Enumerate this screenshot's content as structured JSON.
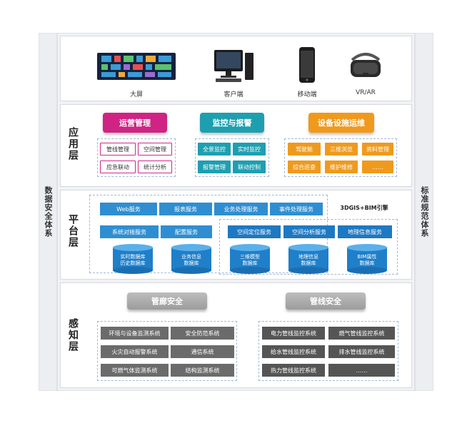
{
  "side": {
    "left_label": "数据安全体系",
    "right_label": "标准规范体系"
  },
  "devices": [
    {
      "icon": "big-screen-icon",
      "label": "大屏"
    },
    {
      "icon": "desktop-computer-icon",
      "label": "客户端"
    },
    {
      "icon": "mobile-phone-icon",
      "label": "移动端"
    },
    {
      "icon": "vr-headset-icon",
      "label": "VR/AR"
    }
  ],
  "app_layer": {
    "label": "应用层",
    "groups": [
      {
        "title": "运营管理",
        "color": "#cf2484",
        "items": [
          "管线管理",
          "空间管理",
          "应急联动",
          "统计分析"
        ]
      },
      {
        "title": "监控与报警",
        "color": "#1e9fb0",
        "items": [
          "全景监控",
          "实时监控",
          "报警管理",
          "联动控制"
        ]
      },
      {
        "title": "设备设施运维",
        "color": "#ef9a1d",
        "items": [
          "驾驶舱",
          "三维浏览",
          "资料管理",
          "综合巡查",
          "维护维修",
          "……"
        ]
      }
    ]
  },
  "platform_layer": {
    "label": "平台层",
    "row1": [
      "Web服务",
      "报表服务",
      "业务处理服务",
      "事件处理服务"
    ],
    "row2": [
      "系统对接服务",
      "配置服务"
    ],
    "engine": "3DGIS+BIM引擎",
    "gis_services": [
      "空间定位服务",
      "空间分析服务",
      "地理信息服务"
    ],
    "left_dbs": [
      "实时数据库\n历史数据库",
      "业务信息\n数据库"
    ],
    "right_dbs": [
      "三维模型\n数据库",
      "地理信息\n数据库",
      "BIM属性\n数据库"
    ]
  },
  "perception_layer": {
    "label": "感知层",
    "left_title": "管廊安全",
    "right_title": "管线安全",
    "left_items": [
      [
        "环境与设备监测系统",
        "安全防范系统"
      ],
      [
        "火灾自动报警系统",
        "通信系统"
      ],
      [
        "可燃气体监测系统",
        "结构监测系统"
      ]
    ],
    "right_items": [
      [
        "电力管线监控系统",
        "燃气管线监控系统"
      ],
      [
        "给水管线监控系统",
        "排水管线监控系统"
      ],
      [
        "热力管线监控系统",
        "……"
      ]
    ]
  },
  "colors": {
    "magenta": "#cf2484",
    "teal": "#1e9fb0",
    "orange": "#ef9a1d",
    "blue": "#2f8ed1"
  }
}
